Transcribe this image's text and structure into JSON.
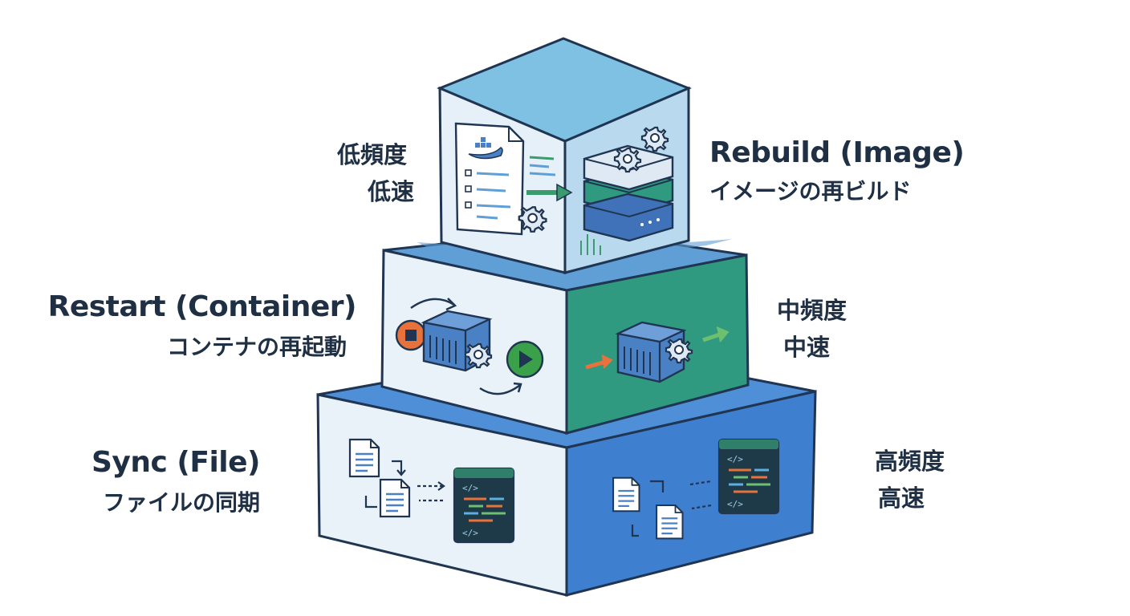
{
  "layers": [
    {
      "id": "rebuild",
      "title": "Rebuild (Image)",
      "subtitle": "イメージの再ビルド",
      "frequency": "低頻度",
      "speed": "低速",
      "face_color_left": "#e6f0f8",
      "face_color_right": "#b9d9ee",
      "top_color": "#7fc1e3"
    },
    {
      "id": "restart",
      "title": "Restart (Container)",
      "subtitle": "コンテナの再起動",
      "frequency": "中頻度",
      "speed": "中速",
      "face_color_left": "#eaf2f9",
      "face_color_right": "#2f9a7f",
      "top_color": "#5f9fd6"
    },
    {
      "id": "sync",
      "title": "Sync (File)",
      "subtitle": "ファイルの同期",
      "frequency": "高頻度",
      "speed": "高速",
      "face_color_left": "#eaf2f9",
      "face_color_right": "#3f7fd0",
      "top_color": "#4f8fd8"
    }
  ],
  "colors": {
    "outline": "#1f3552",
    "container_block": "#4a80c4",
    "arrow_green": "#3a9b6c",
    "arrow_orange": "#e8723c",
    "play_green": "#3aa04a",
    "code_panel": "#1e3a48"
  },
  "icons": [
    "docker-whale-icon",
    "document-icon",
    "gear-icon",
    "image-stack-icon",
    "container-icon",
    "stop-icon",
    "play-icon",
    "file-icon",
    "code-editor-icon"
  ]
}
